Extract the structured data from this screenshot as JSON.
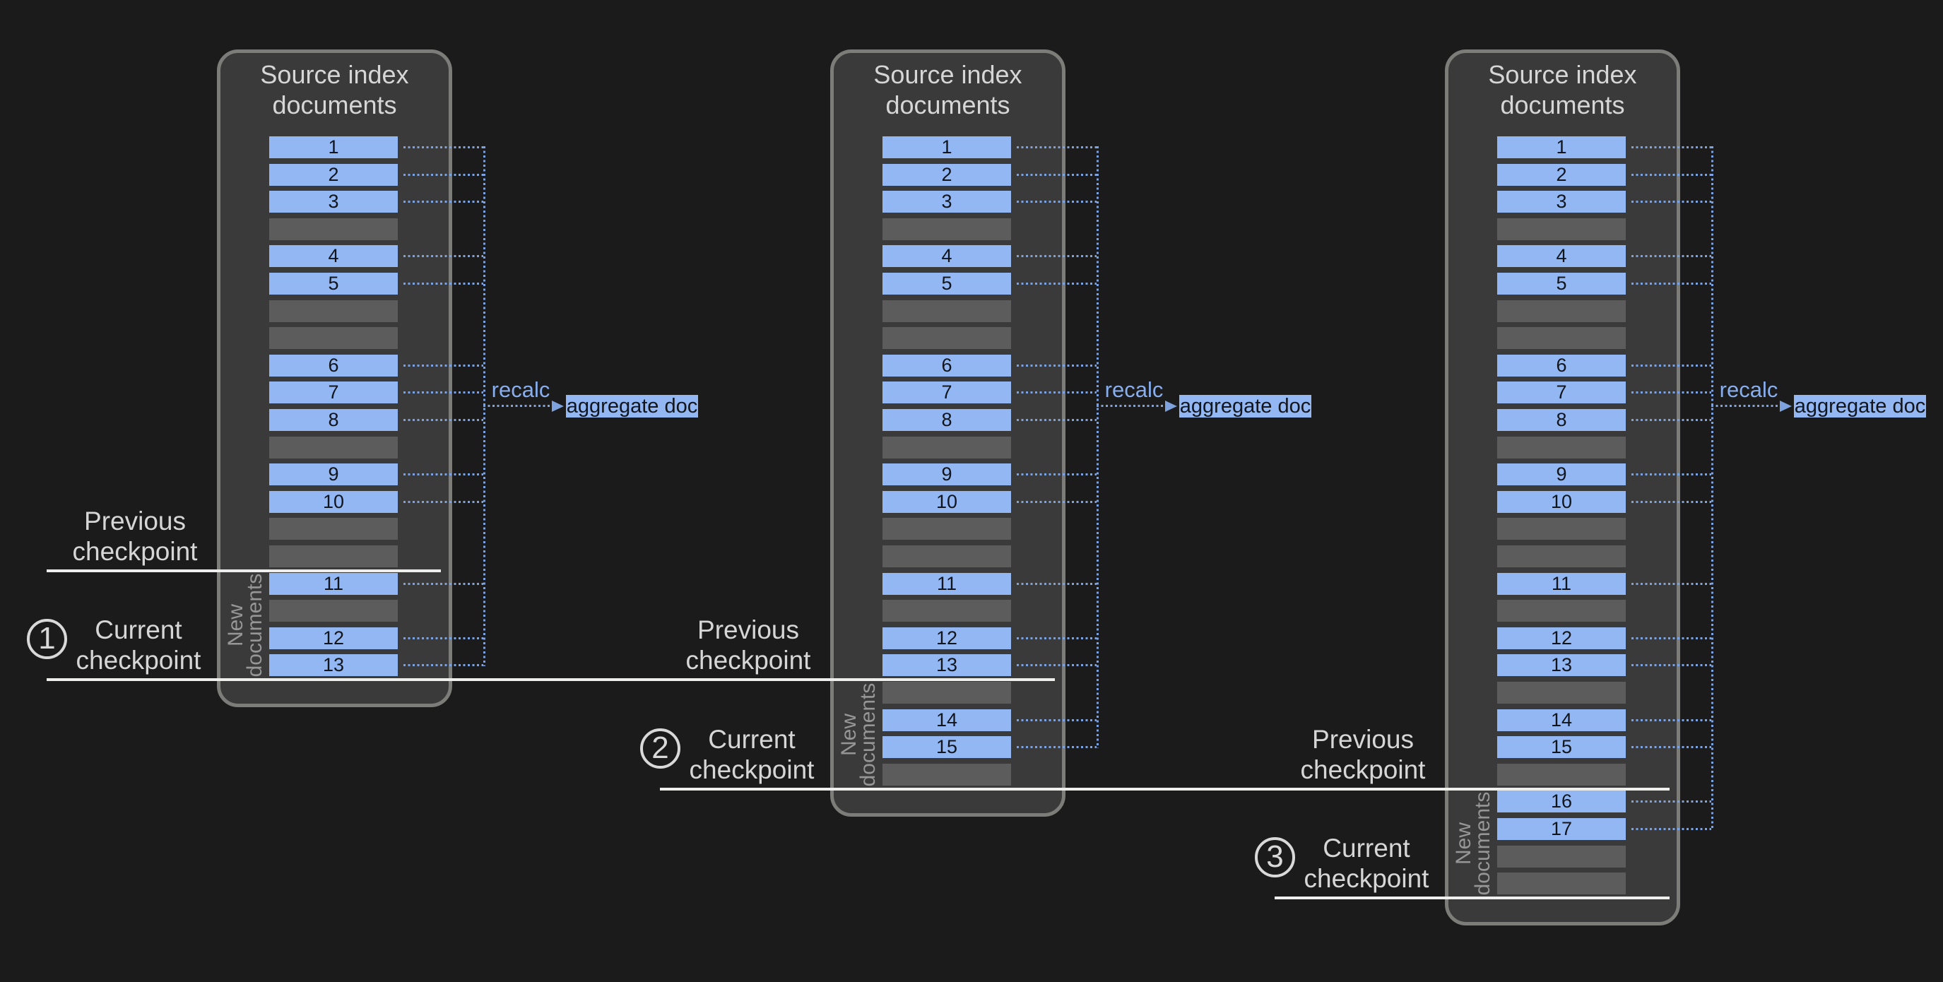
{
  "colors": {
    "bg": "#1b1b1b",
    "panel_fill": "#3a3a3a",
    "panel_border": "#7c7c78",
    "doc_blue": "#92b7f3",
    "doc_gray": "#5c5c5c",
    "doc_text": "#12151b",
    "dotted_line": "#7ea2de",
    "recalc_text": "#88aeee",
    "checkpoint_line": "#eeeeec",
    "label_text": "#d6d6d6",
    "new_documents_text": "#969696",
    "circle_color": "#d9d9d9"
  },
  "panels": [
    {
      "title_lines": [
        "Source index",
        "documents"
      ],
      "rows": [
        "1",
        "2",
        "3",
        "",
        "4",
        "5",
        "",
        "",
        "6",
        "7",
        "8",
        "",
        "9",
        "10",
        "",
        "",
        "11",
        "",
        "12",
        "13"
      ],
      "previous_checkpoint_after_row": 16,
      "current_checkpoint_after_row": 20,
      "recalc_label": "recalc",
      "aggregate_label": "aggregate doc",
      "new_documents_lines": [
        "New",
        "documents"
      ],
      "previous_checkpoint_lines": [
        "Previous",
        "checkpoint"
      ],
      "current_checkpoint_lines": [
        "Current",
        "checkpoint"
      ],
      "checkpoint_number": "1"
    },
    {
      "title_lines": [
        "Source index",
        "documents"
      ],
      "rows": [
        "1",
        "2",
        "3",
        "",
        "4",
        "5",
        "",
        "",
        "6",
        "7",
        "8",
        "",
        "9",
        "10",
        "",
        "",
        "11",
        "",
        "12",
        "13",
        "",
        "14",
        "15",
        ""
      ],
      "previous_checkpoint_after_row": 20,
      "current_checkpoint_after_row": 24,
      "recalc_label": "recalc",
      "aggregate_label": "aggregate doc",
      "new_documents_lines": [
        "New",
        "documents"
      ],
      "previous_checkpoint_lines": [
        "Previous",
        "checkpoint"
      ],
      "current_checkpoint_lines": [
        "Current",
        "checkpoint"
      ],
      "checkpoint_number": "2"
    },
    {
      "title_lines": [
        "Source index",
        "documents"
      ],
      "rows": [
        "1",
        "2",
        "3",
        "",
        "4",
        "5",
        "",
        "",
        "6",
        "7",
        "8",
        "",
        "9",
        "10",
        "",
        "",
        "11",
        "",
        "12",
        "13",
        "",
        "14",
        "15",
        "",
        "16",
        "17",
        "",
        ""
      ],
      "previous_checkpoint_after_row": 24,
      "current_checkpoint_after_row": 28,
      "recalc_label": "recalc",
      "aggregate_label": "aggregate doc",
      "new_documents_lines": [
        "New",
        "documents"
      ],
      "previous_checkpoint_lines": [
        "Previous",
        "checkpoint"
      ],
      "current_checkpoint_lines": [
        "Current",
        "checkpoint"
      ],
      "checkpoint_number": "3"
    }
  ]
}
